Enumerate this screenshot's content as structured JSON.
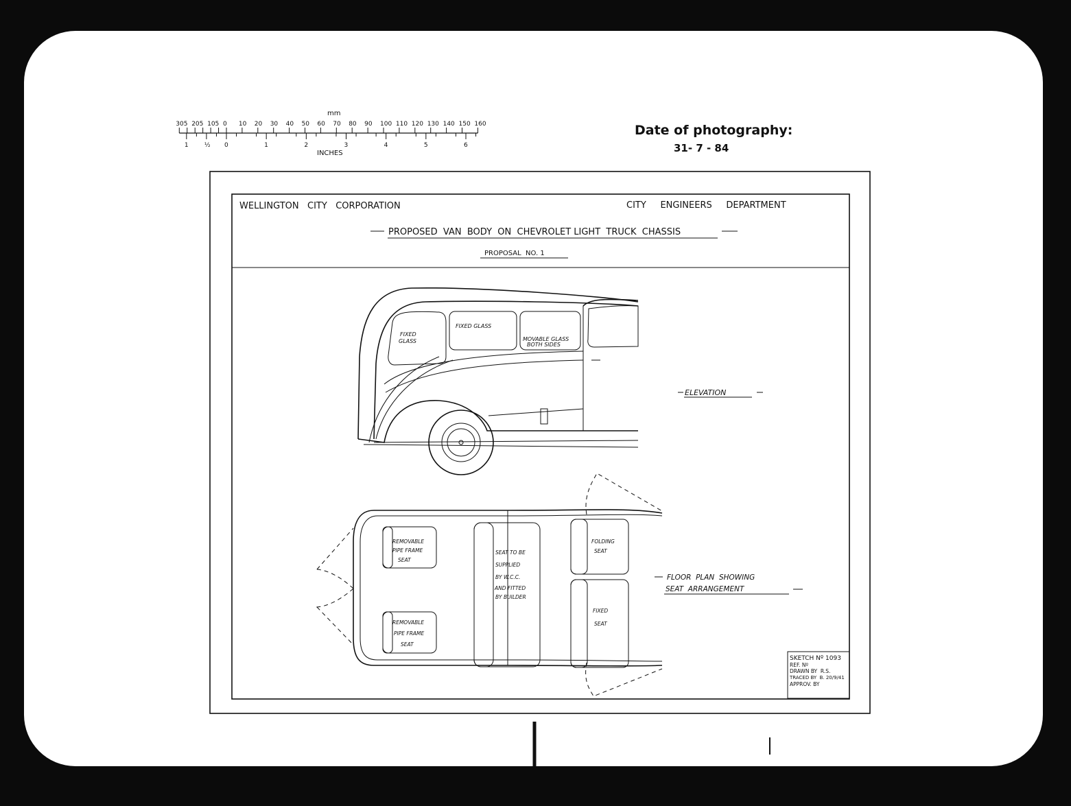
{
  "scale_bar": {
    "unit_top": "mm",
    "mm_labels": [
      "30",
      "5",
      "20",
      "5",
      "10",
      "5",
      "0",
      "10",
      "20",
      "30",
      "40",
      "50",
      "60",
      "70",
      "80",
      "90",
      "100",
      "110",
      "120",
      "130",
      "140",
      "150",
      "160"
    ],
    "inch_labels": [
      "1",
      "½",
      "0",
      "1",
      "2",
      "3",
      "4",
      "5",
      "6"
    ],
    "unit_bottom": "INCHES"
  },
  "photo_date": {
    "label": "Date of photography:",
    "value": "31- 7 - 84"
  },
  "title_block": {
    "organization": "WELLINGTON   CITY   CORPORATION",
    "department": "CITY     ENGINEERS     DEPARTMENT",
    "title": "PROPOSED  VAN  BODY  ON  CHEVROLET LIGHT  TRUCK  CHASSIS",
    "proposal": "PROPOSAL  NO. 1"
  },
  "elevation": {
    "label": "ELEVATION",
    "windows": [
      {
        "text": [
          "FIXED",
          "GLASS"
        ]
      },
      {
        "text": [
          "FIXED GLASS"
        ]
      },
      {
        "text": [
          "MOVABLE GLASS",
          "BOTH SIDES"
        ]
      }
    ]
  },
  "floor_plan": {
    "label_line1": "FLOOR  PLAN  SHOWING",
    "label_line2": "SEAT  ARRANGEMENT",
    "seats": [
      {
        "text": [
          "REMOVABLE",
          "PIPE FRAME",
          "SEAT"
        ]
      },
      {
        "text": [
          "REMOVABLE",
          "PIPE FRAME",
          "SEAT"
        ]
      },
      {
        "text": [
          "SEAT TO BE",
          "SUPPLIED",
          "BY W.C.C.",
          "AND FITTED",
          "BY BUILDER"
        ]
      },
      {
        "text": [
          "FOLDING",
          "SEAT"
        ]
      },
      {
        "text": [
          "FIXED",
          "SEAT"
        ]
      }
    ]
  },
  "sketch_box": {
    "sketch_no": "SKETCH Nº 1093",
    "ref_no": "REF. Nº",
    "drawn_by": "DRAWN BY  R.S.",
    "traced_by": "TRACED BY  B. 20/9/41",
    "approved_by": "APPROV. BY"
  },
  "colors": {
    "paper": "#ffffff",
    "frame": "#0b0b0b",
    "ink": "#111111"
  }
}
